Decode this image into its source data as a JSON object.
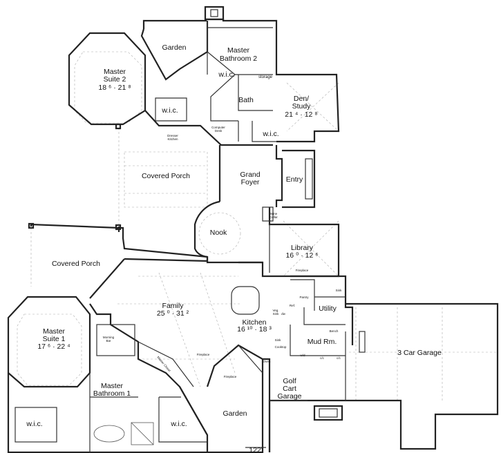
{
  "rooms": {
    "garden_top": "Garden",
    "master_bathroom_2_l1": "Master",
    "master_bathroom_2_l2": "Bathroom 2",
    "master_suite_2_l1": "Master",
    "master_suite_2_l2": "Suite 2",
    "master_suite_2_dim": "18 ⁶ · 21 ⁸",
    "wic_1": "w.i.c.",
    "wic_2": "w.i.c.",
    "bath": "Bath",
    "storage": "storage",
    "den_l1": "Den/",
    "den_l2": "Study",
    "den_dim": "21 ⁴ · 12 ⁸",
    "wic_3": "w.i.c.",
    "computer_desk_l1": "Computer",
    "computer_desk_l2": "Desk",
    "dresser_l1": "Dresser",
    "dresser_l2": "Kitchen",
    "covered_porch_top": "Covered Porch",
    "grand_foyer_l1": "Grand",
    "grand_foyer_l2": "Foyer",
    "entry": "Entry",
    "nook": "Nook",
    "wine_cellar_l1": "Wine",
    "wine_cellar_l2": "Cellar",
    "library": "Library",
    "library_dim": "16 ⁰ · 12 ⁶",
    "fireplace_library": "Fireplace",
    "covered_porch_left": "Covered Porch",
    "pantry": "Pantry",
    "sink_utility": "Sink",
    "utility": "Utility",
    "refrigerator": "Ref.",
    "family": "Family",
    "family_dim": "25 ⁰ · 31 ²",
    "veg_sink_l1": "Veg.",
    "veg_sink_l2": "Sink",
    "dw": "dw",
    "kitchen": "Kitchen",
    "kitchen_dim": "16 ¹⁰ · 18 ³",
    "master_suite_1_l1": "Master",
    "master_suite_1_l2": "Suite 1",
    "master_suite_1_dim": "17 ⁶ · 22 ⁴",
    "morning_bar_l1": "Morning",
    "morning_bar_l2": "Bar",
    "sink_kitchen": "Sink",
    "cooktop": "Cooktop",
    "bench": "Bench",
    "mud_room": "Mud Rm.",
    "three_car_garage": "3 Car Garage",
    "fireplace_family": "Fireplace",
    "oven": "Oven",
    "wd": "w/d",
    "cc_1": "c/c",
    "cc_2": "c/c",
    "master_closet": "Master Closet",
    "fireplace_garden": "Fireplace",
    "master_bathroom_1_l1": "Master",
    "master_bathroom_1_l2": "Bathroom 1",
    "wic_4": "w.i.c.",
    "wic_5": "w.i.c.",
    "garden_bottom": "Garden",
    "golf_cart_l1": "Golf",
    "golf_cart_l2": "Cart",
    "golf_cart_l3": "Garage",
    "dimension_bottom": "122'"
  }
}
